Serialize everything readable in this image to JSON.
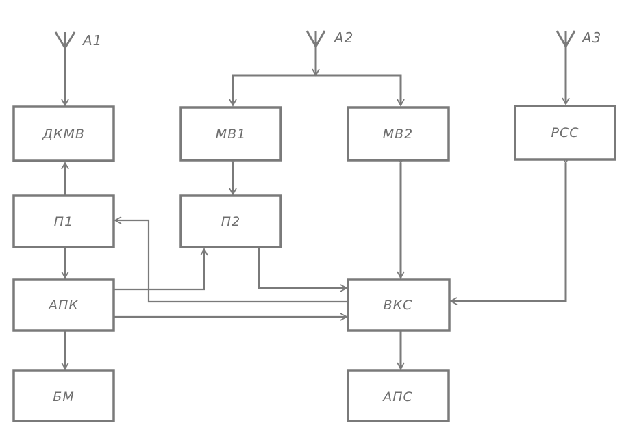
{
  "antennas": {
    "a1": "A1",
    "a2": "A2",
    "a3": "A3"
  },
  "blocks": {
    "dkmv": "ДКМВ",
    "mv1": "МВ1",
    "mv2": "МВ2",
    "rss": "РСС",
    "p1": "П1",
    "p2": "П2",
    "apk": "АПК",
    "vks": "ВКС",
    "bm": "БМ",
    "aps": "АПС"
  },
  "colors": {
    "ink": "#7a7a7a",
    "background": "#ffffff"
  }
}
